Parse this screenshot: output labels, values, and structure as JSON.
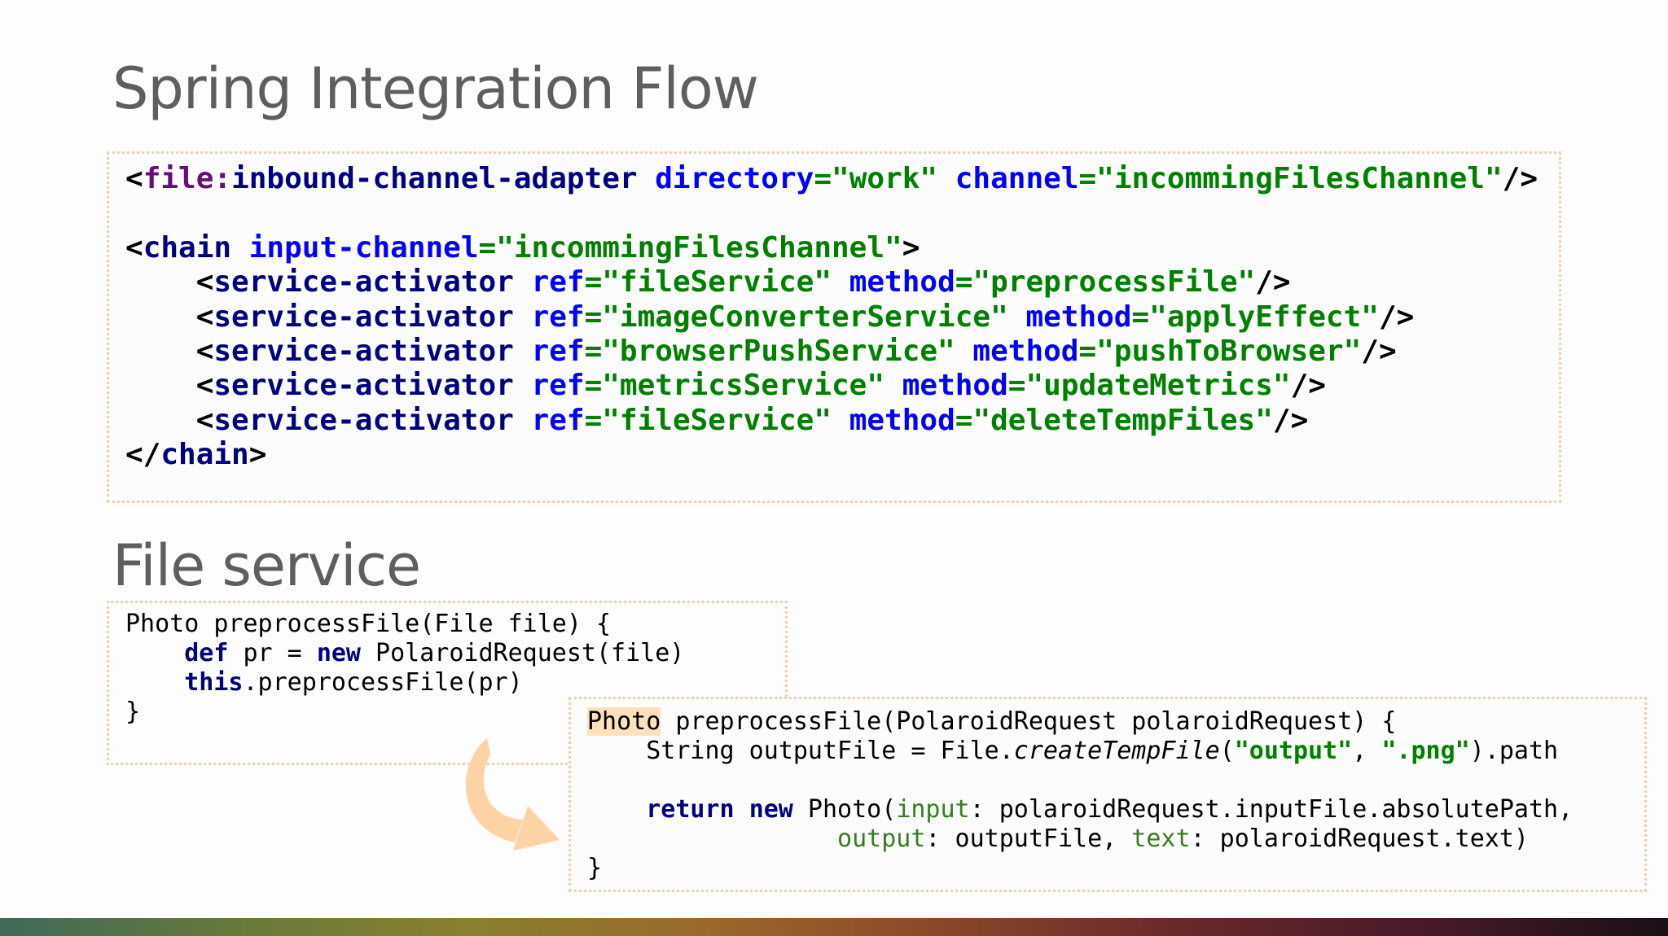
{
  "slide": {
    "title": "Spring Integration Flow",
    "subtitle": "File service"
  },
  "xml": {
    "line1": {
      "lt": "<",
      "ns": "file:",
      "tag": "inbound-channel-adapter",
      "attr1": "directory",
      "eq1": "=",
      "val1": "\"work\"",
      "attr2": "channel",
      "eq2": "=",
      "val2": "\"incommingFilesChannel\"",
      "end": "/>"
    },
    "chain_open": {
      "lt": "<",
      "tag": "chain",
      "attr": "input-channel",
      "eq": "=",
      "val": "\"incommingFilesChannel\"",
      "end": ">"
    },
    "activators": [
      {
        "ref": "\"fileService\"",
        "method": "\"preprocessFile\""
      },
      {
        "ref": "\"imageConverterService\"",
        "method": "\"applyEffect\""
      },
      {
        "ref": "\"browserPushService\"",
        "method": "\"pushToBrowser\""
      },
      {
        "ref": "\"metricsService\"",
        "method": "\"updateMetrics\""
      },
      {
        "ref": "\"fileService\"",
        "method": "\"deleteTempFiles\""
      }
    ],
    "activator_tag": "service-activator",
    "ref_attr": "ref",
    "method_attr": "method",
    "eq": "=",
    "chain_close": {
      "lt": "</",
      "tag": "chain",
      "end": ">"
    }
  },
  "code1": {
    "l1": "Photo preprocessFile(File file) {",
    "l2_indent": "    ",
    "l2_kw": "def",
    "l2_mid": " pr = ",
    "l2_kw2": "new",
    "l2_rest": " PolaroidRequest(file)",
    "l3_indent": "    ",
    "l3_kw": "this",
    "l3_rest": ".preprocessFile(pr)",
    "l4": "}"
  },
  "code2": {
    "l1_type": "Photo",
    "l1_rest": " preprocessFile(PolaroidRequest polaroidRequest) {",
    "l2_pre": "    String outputFile = File.",
    "l2_method": "createTempFile",
    "l2_open": "(",
    "l2_s1": "\"output\"",
    "l2_comma": ", ",
    "l2_s2": "\".png\"",
    "l2_tail": ").path",
    "l4_indent": "    ",
    "l4_kw1": "return",
    "l4_sp": " ",
    "l4_kw2": "new",
    "l4_call": " Photo(",
    "l4_named": "input",
    "l4_rest": ": polaroidRequest.inputFile.absolutePath,",
    "l5_indent": "                 ",
    "l5_named1": "output",
    "l5_mid": ": outputFile, ",
    "l5_named2": "text",
    "l5_rest": ": polaroidRequest.text)",
    "l6": "}"
  },
  "colors": {
    "xml_tag": "#000080",
    "xml_namespace": "#660e7a",
    "xml_attribute": "#0000ff",
    "xml_value": "#008000",
    "box_border": "#f5cda5",
    "highlight": "#fde1bd",
    "arrow": "#fdd3a5",
    "heading": "#5e5e5e"
  },
  "icons": {
    "arrow": "curved-arrow-icon"
  }
}
